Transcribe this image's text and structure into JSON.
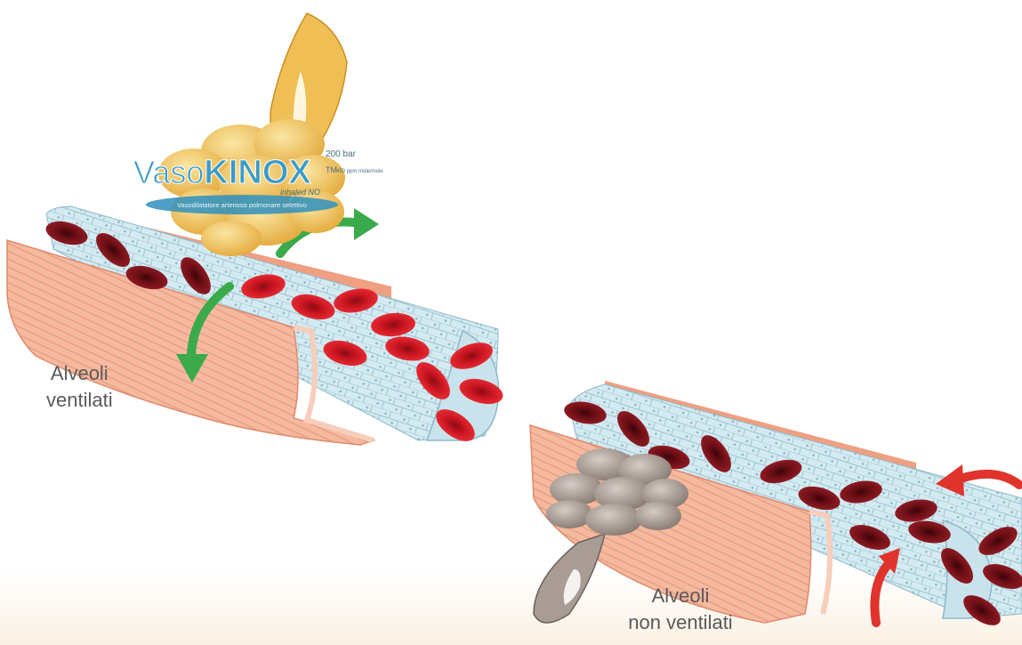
{
  "labels": {
    "ventilated_line1": "Alveoli",
    "ventilated_line2": "ventilati",
    "nonventilated_line1": "Alveoli",
    "nonventilated_line2": "non ventilati"
  },
  "logo": {
    "brand_vaso": "Vaso",
    "brand_kinox": "KINOX",
    "pressure": "200 bar",
    "tm": "TM",
    "concentration": "450 ppm mole/mole",
    "inhaled": "inhaled NO",
    "tagline": "Vasodilatatore arterioso polmonare selettivo"
  },
  "colors": {
    "endothelium": "#cfe6ee",
    "endothelium_line": "#8fb9c8",
    "vessel_wall": "#f3b49a",
    "vessel_wall_dark": "#e08a6c",
    "rbc_oxygenated": "#d8202a",
    "rbc_deoxygenated": "#7a1118",
    "alveolus_ventilated": "#f2c460",
    "alveolus_nonventilated": "#a89c95",
    "arrow_green": "#3aaa4a",
    "arrow_red": "#e0332c",
    "logo_blue": "#3d9bc4"
  }
}
